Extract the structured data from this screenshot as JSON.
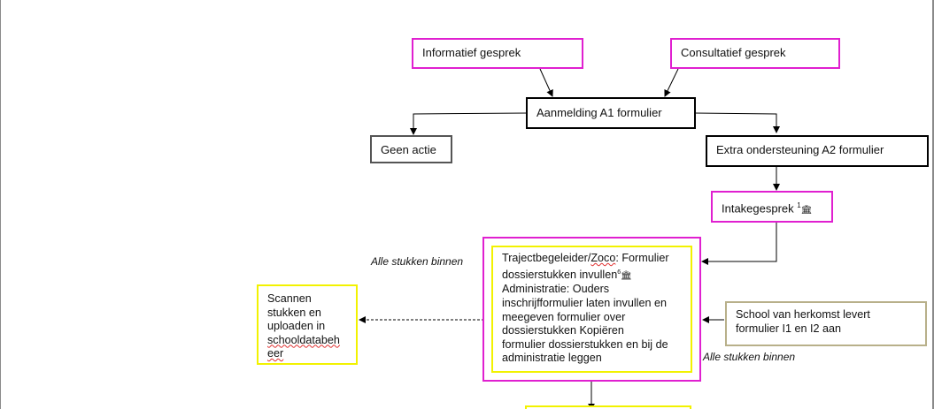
{
  "nodes": {
    "informatief": "Informatief gesprek",
    "consultatief": "Consultatief gesprek",
    "aanmelding": "Aanmelding A1 formulier",
    "geen_actie": "Geen actie",
    "extra": "Extra ondersteuning A2  formulier",
    "intake": "Intakegesprek",
    "intake_sup": "1",
    "intake_glyph": "🏛",
    "traject_l1a": "Trajectbegeleider/",
    "traject_l1b": "Zoco",
    "traject_l1c": ": Formulier",
    "traject_l2": "dossierstukken invullen",
    "traject_l2_sup": "6",
    "traject_l2_glyph": "🏛",
    "traject_rest": [
      "Administratie: Ouders",
      "inschrijfformulier laten invullen en",
      "meegeven formulier over",
      "dossierstukken Kopiëren",
      "formulier dossierstukken en bij de",
      "administratie leggen"
    ],
    "scannen": [
      "Scannen",
      "stukken en",
      "uploaden in"
    ],
    "scannen_sq": [
      "schooldatabeh",
      "eer"
    ],
    "school": [
      "School van herkomst levert",
      "formulier I1 en I2 aan"
    ]
  },
  "notes": {
    "alle_stukken_left": "Alle stukken binnen",
    "alle_stukken_right": "Alle stukken binnen"
  },
  "colors": {
    "magenta_border": "#e020d0",
    "yellow_border": "#f2f200",
    "olive_border": "#b8b08a",
    "black_border": "#000000",
    "gray_border": "#555555"
  }
}
